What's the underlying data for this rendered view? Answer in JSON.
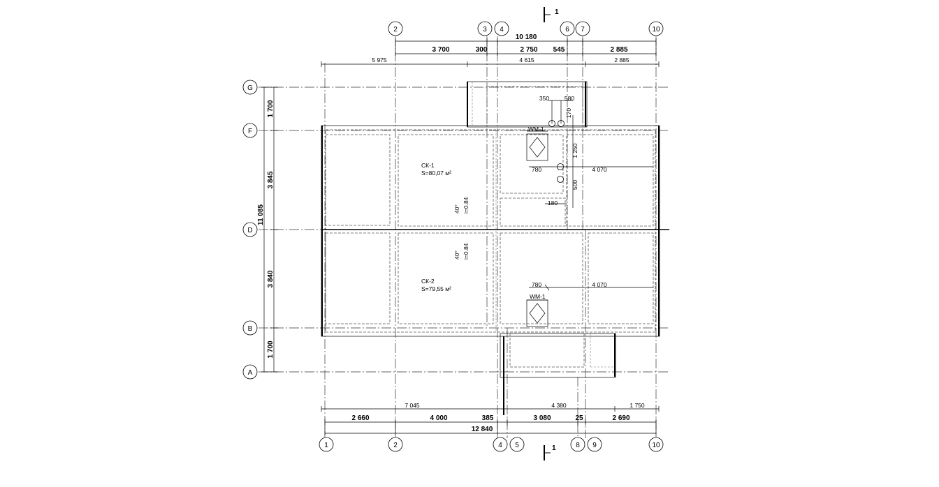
{
  "axes": {
    "top": [
      "2",
      "3",
      "4",
      "6",
      "7",
      "10"
    ],
    "bottom": [
      "1",
      "2",
      "4",
      "5",
      "8",
      "9",
      "10"
    ],
    "left": [
      "G",
      "F",
      "D",
      "B",
      "A"
    ]
  },
  "dims": {
    "top_total": "10 180",
    "top_segments": [
      "3 700",
      "300",
      "2 750",
      "545",
      "2 885"
    ],
    "top_secondary": [
      "5 975",
      "4 615",
      "2 885"
    ],
    "bottom_total": "12 840",
    "bottom_segments": [
      "2 660",
      "4 000",
      "385",
      "3 080",
      "25",
      "2 690"
    ],
    "bottom_secondary": [
      "7 045",
      "4 380",
      "1 750"
    ],
    "left_total": "11 085",
    "left_segments": [
      "1 700",
      "3 845",
      "3 840",
      "1 700"
    ],
    "local": [
      "350",
      "580",
      "170",
      "1 250",
      "780",
      "4 070",
      "500",
      "180",
      "780",
      "4 070"
    ]
  },
  "section": {
    "top": "1",
    "bottom": "1"
  },
  "rooms": [
    {
      "name": "СК-1",
      "area": "S=80,07 м²",
      "angle": "40°",
      "slope": "i=0.84"
    },
    {
      "name": "СК-2",
      "area": "S=79,55 м²",
      "angle": "40°",
      "slope": "i=0.84"
    }
  ],
  "labels": {
    "wm1": "WM-1",
    "wm2": "WM-1"
  }
}
